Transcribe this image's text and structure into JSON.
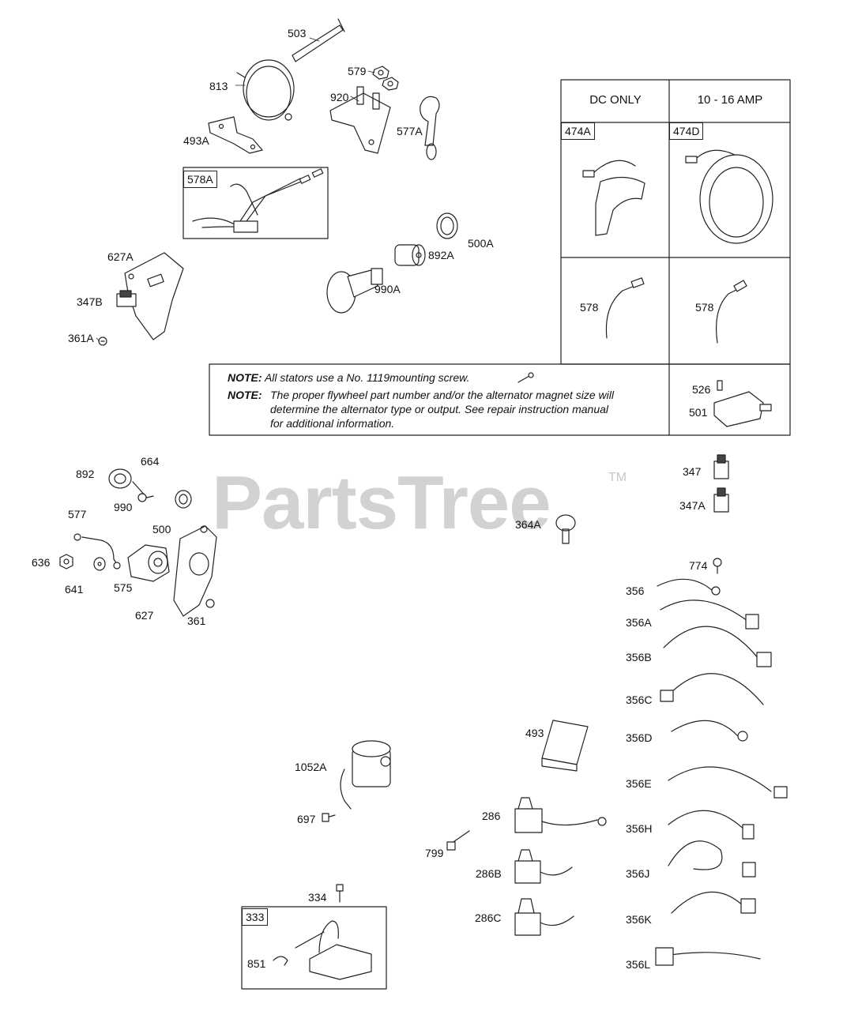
{
  "watermark": {
    "text": "PartsTree",
    "tm": "TM"
  },
  "table": {
    "col1_header": "DC ONLY",
    "col2_header": "10 - 16 AMP",
    "cell_474a": "474A",
    "cell_474d": "474D",
    "cell_578_left": "578",
    "cell_578_right": "578",
    "label_526": "526",
    "label_501": "501"
  },
  "notes": {
    "note1_prefix": "NOTE:",
    "note1_text": "All stators use a No. 1119mounting screw.",
    "note2_prefix": "NOTE:",
    "note2_line1": "The proper flywheel part number and/or the alternator magnet size will",
    "note2_line2": "determine the alternator type or output. See repair instruction manual",
    "note2_line3": "for additional information."
  },
  "labels": {
    "p503": "503",
    "p813": "813",
    "p579": "579",
    "p920": "920",
    "p493a": "493A",
    "p577a": "577A",
    "p578a": "578A",
    "p500a": "500A",
    "p892a": "892A",
    "p627a": "627A",
    "p990a": "990A",
    "p347b": "347B",
    "p361a": "361A",
    "p892": "892",
    "p664": "664",
    "p990": "990",
    "p577": "577",
    "p500": "500",
    "p636": "636",
    "p641": "641",
    "p575": "575",
    "p627": "627",
    "p361": "361",
    "p347": "347",
    "p347a": "347A",
    "p364a": "364A",
    "p774": "774",
    "p356": "356",
    "p356a": "356A",
    "p356b": "356B",
    "p356c": "356C",
    "p356d": "356D",
    "p356e": "356E",
    "p356h": "356H",
    "p356j": "356J",
    "p356k": "356K",
    "p356l": "356L",
    "p493": "493",
    "p1052a": "1052A",
    "p697": "697",
    "p286": "286",
    "p799": "799",
    "p286b": "286B",
    "p286c": "286C",
    "p334": "334",
    "p333": "333",
    "p851": "851"
  }
}
